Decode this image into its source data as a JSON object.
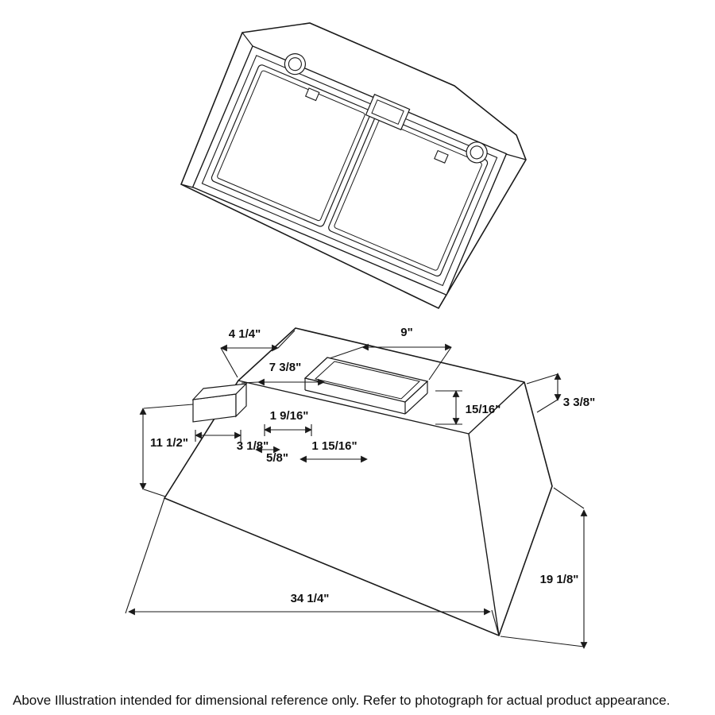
{
  "caption": "Above Illustration intended for dimensional reference only. Refer to photograph for actual product appearance.",
  "diagram": {
    "subject": "range-hood-dimensional-drawing",
    "line_color": "#1a1a1a",
    "dims": {
      "top_left": "4 1/4\"",
      "duct_width": "9\"",
      "duct_setback": "7 3/8\"",
      "rear_height": "3 3/8\"",
      "collar_height": "15/16\"",
      "outlet_height": "1 9/16\"",
      "body_height": "11 1/2\"",
      "outlet_width": "3 1/8\"",
      "outlet_inset": "5/8\"",
      "outlet_depth": "1 15/16\"",
      "overall_width": "34 1/4\"",
      "overall_depth": "19 1/8\""
    }
  }
}
